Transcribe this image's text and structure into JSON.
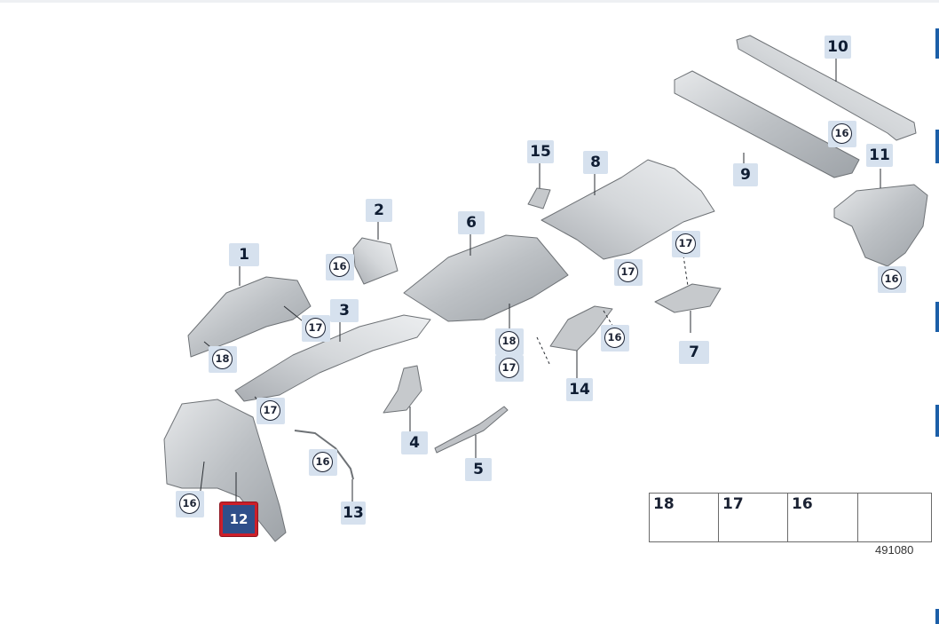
{
  "colors": {
    "label_bg": "#d6e1ee",
    "label_text": "#0f1d33",
    "selected_bg": "#2f4f8a",
    "selected_border": "#cc1f2a",
    "part_fill": "#bfc2c6",
    "part_stroke": "#6e7276",
    "accent_edge": "#1c5fa8"
  },
  "labels": {
    "p1": "1",
    "p2": "2",
    "p3": "3",
    "p4": "4",
    "p5": "5",
    "p6": "6",
    "p7": "7",
    "p8": "8",
    "p9": "9",
    "p10": "10",
    "p11": "11",
    "p12": "12",
    "p13": "13",
    "p14": "14",
    "p15": "15"
  },
  "circled": {
    "c16": "16",
    "c17": "17",
    "c18": "18"
  },
  "legend": {
    "items": [
      "18",
      "17",
      "16"
    ],
    "arrow_icon": "direction-arrow-icon"
  },
  "reference_number": "491080",
  "selected_part": "12"
}
